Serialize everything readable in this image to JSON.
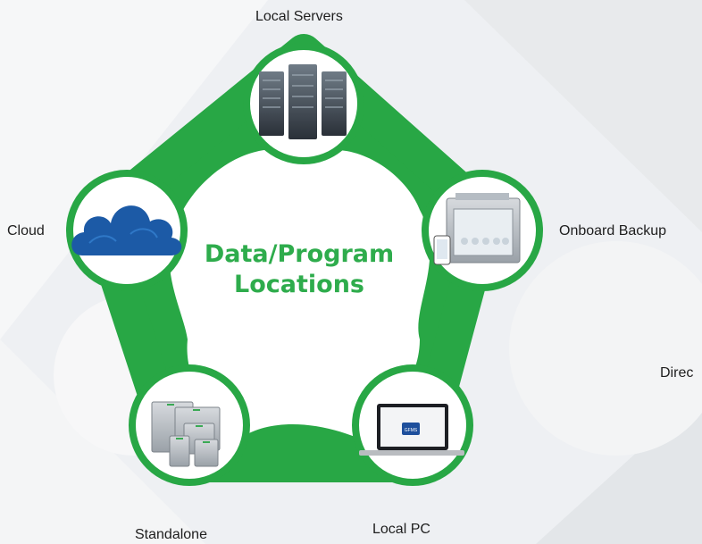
{
  "title": {
    "line1": "Data/Program",
    "line2": "Locations"
  },
  "nodes": [
    {
      "label": "Local Servers",
      "icon": "server-rack-icon"
    },
    {
      "label": "Onboard Backup",
      "icon": "incubator-with-phone-icon"
    },
    {
      "label": "Local PC",
      "icon": "laptop-icon",
      "screen_text": "GFMS"
    },
    {
      "label": "Standalone",
      "icon": "incubators-stack-icon"
    },
    {
      "label": "Cloud",
      "icon": "cloud-icon"
    }
  ],
  "extra_label": "Direc",
  "colors": {
    "ring": "#28a745",
    "cloud": "#1c5aa6",
    "title": "#2eac4c"
  }
}
